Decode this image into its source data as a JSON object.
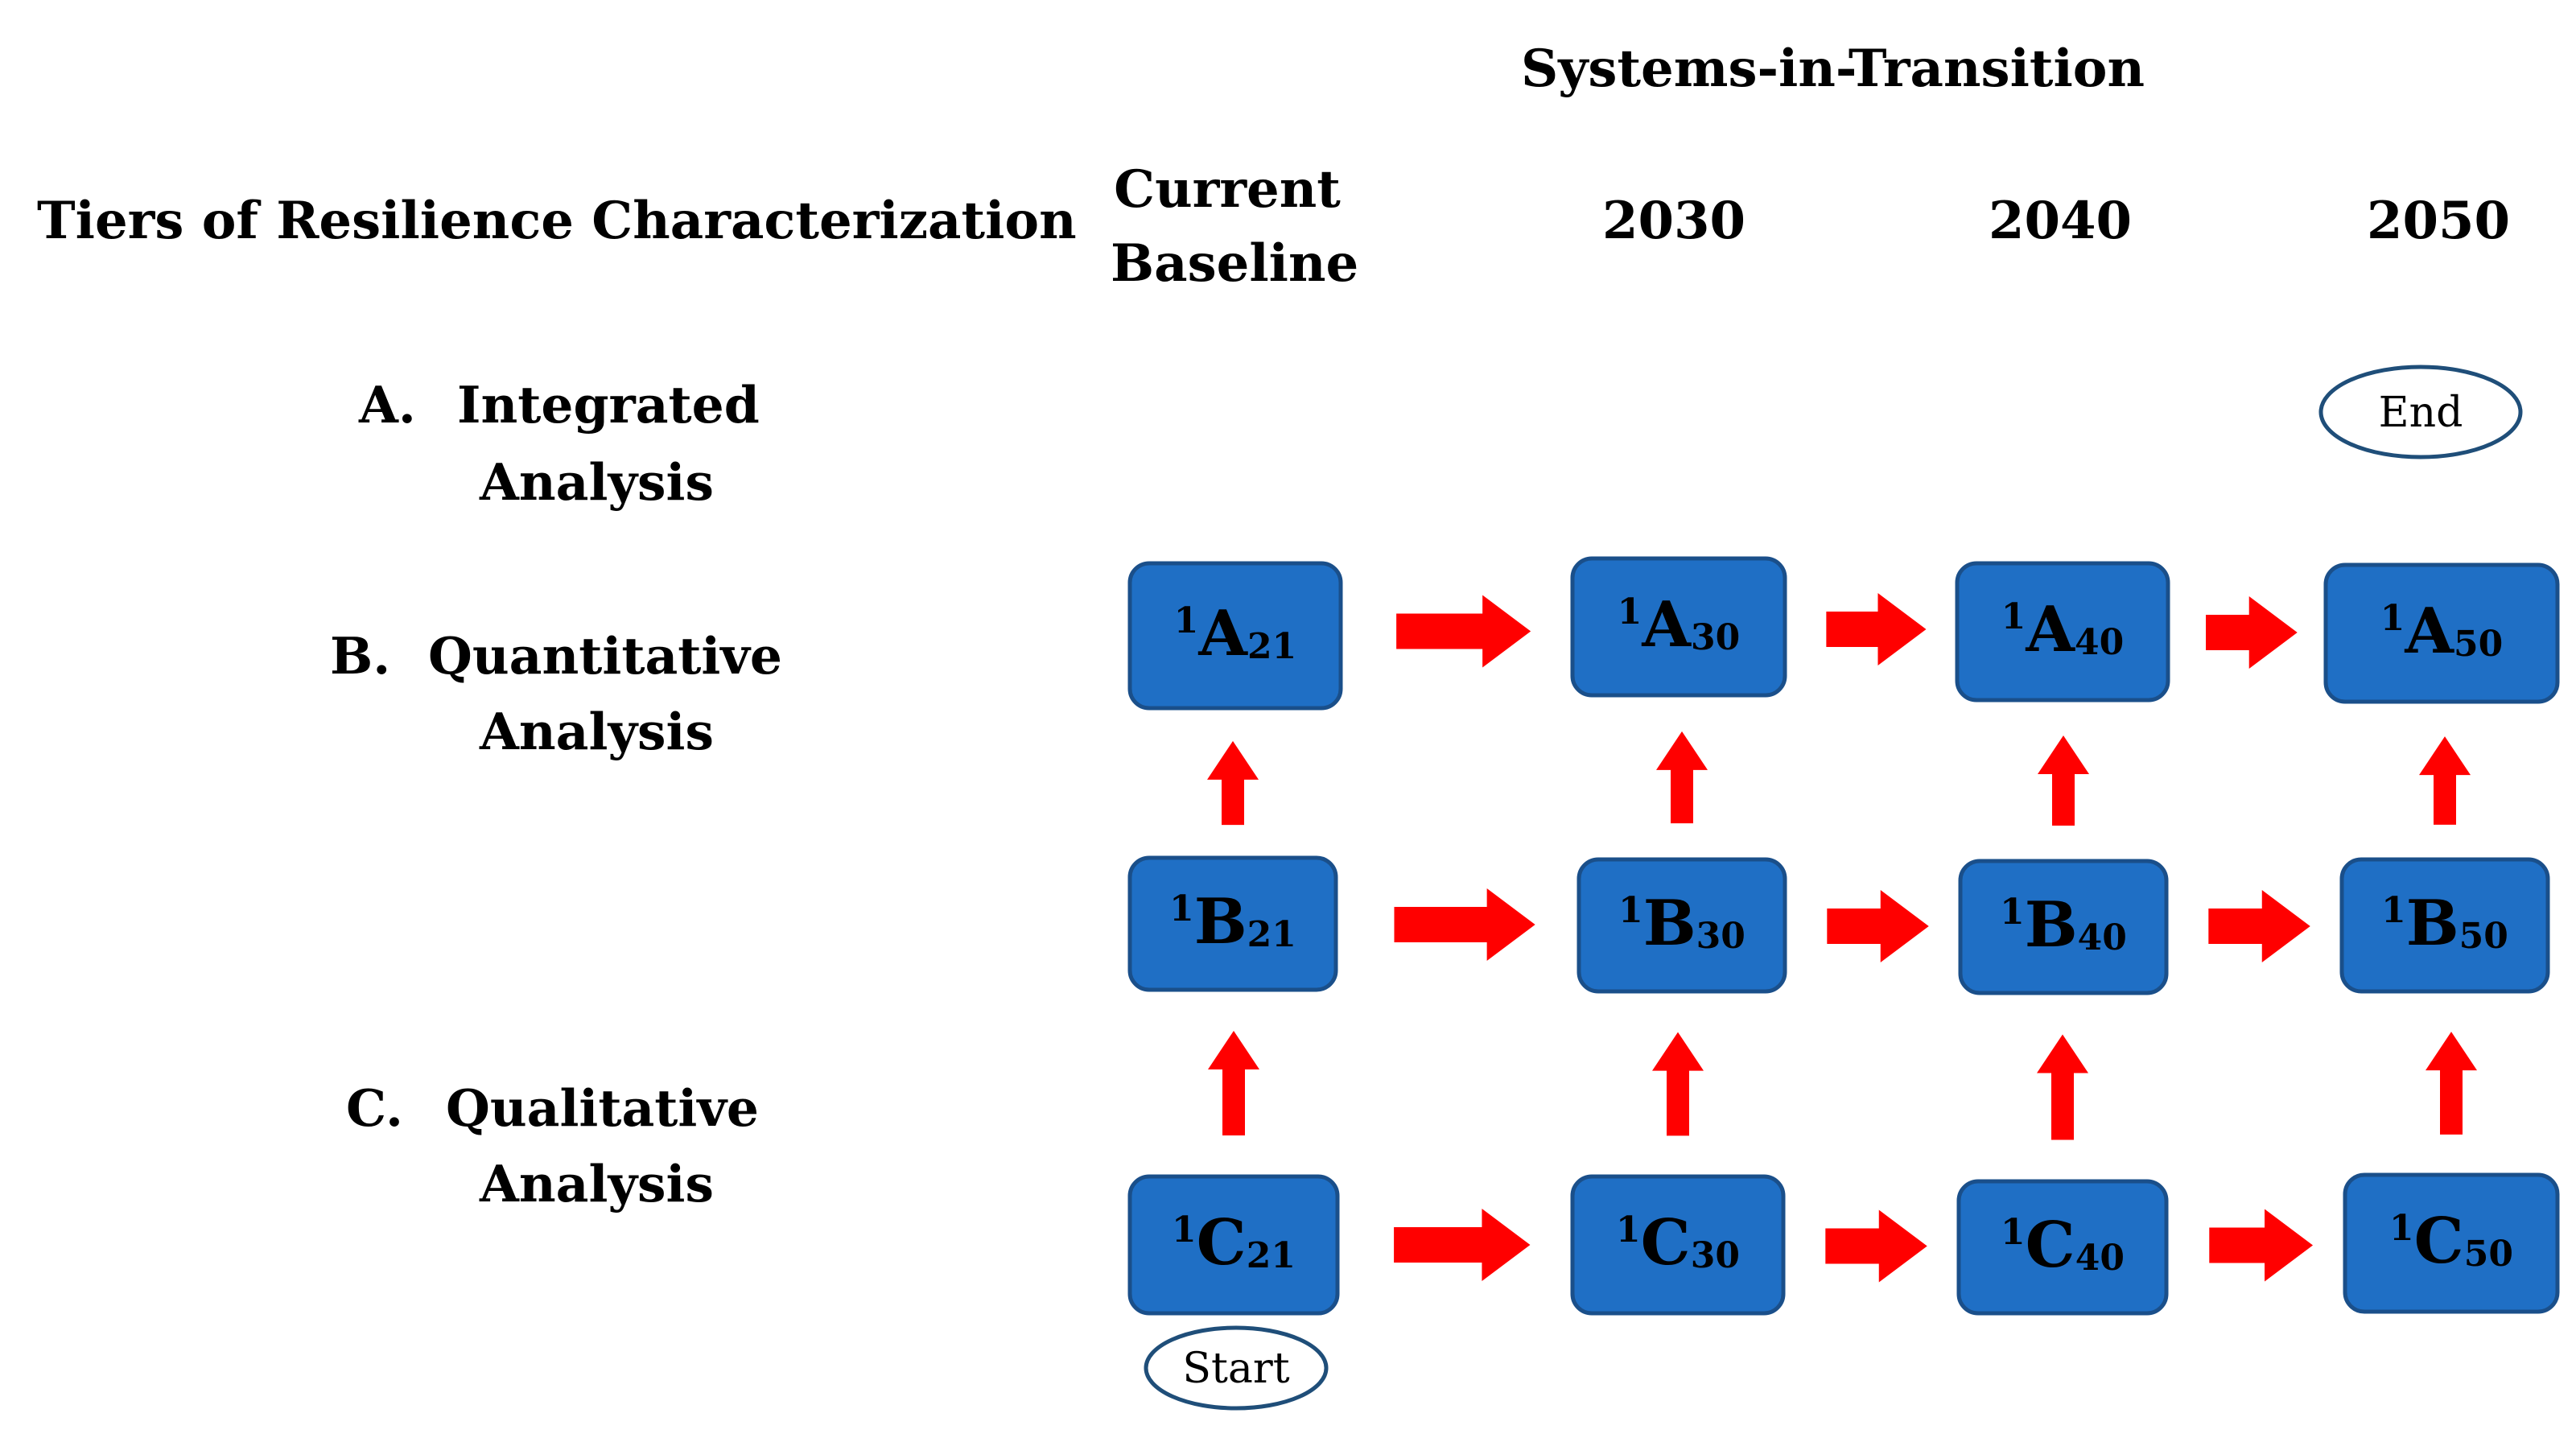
{
  "header": {
    "systems_label": "Systems-in-Transition",
    "tiers_label": "Tiers of Resilience Characterization",
    "columns": [
      {
        "line1": "Current",
        "line2": "Baseline"
      },
      {
        "line1": "2030"
      },
      {
        "line1": "2040"
      },
      {
        "line1": "2050"
      }
    ]
  },
  "tiers": [
    {
      "letter": "A.",
      "line1": "Integrated",
      "line2": "Analysis"
    },
    {
      "letter": "B.",
      "line1": "Quantitative",
      "line2": "Analysis"
    },
    {
      "letter": "C.",
      "line1": "Qualitative",
      "line2": "Analysis"
    }
  ],
  "nodes": [
    {
      "id": "A21",
      "sup": "1",
      "letter": "A",
      "sub": "21"
    },
    {
      "id": "A30",
      "sup": "1",
      "letter": "A",
      "sub": "30"
    },
    {
      "id": "A40",
      "sup": "1",
      "letter": "A",
      "sub": "40"
    },
    {
      "id": "A50",
      "sup": "1",
      "letter": "A",
      "sub": "50"
    },
    {
      "id": "B21",
      "sup": "1",
      "letter": "B",
      "sub": "21"
    },
    {
      "id": "B30",
      "sup": "1",
      "letter": "B",
      "sub": "30"
    },
    {
      "id": "B40",
      "sup": "1",
      "letter": "B",
      "sub": "40"
    },
    {
      "id": "B50",
      "sup": "1",
      "letter": "B",
      "sub": "50"
    },
    {
      "id": "C21",
      "sup": "1",
      "letter": "C",
      "sub": "21"
    },
    {
      "id": "C30",
      "sup": "1",
      "letter": "C",
      "sub": "30"
    },
    {
      "id": "C40",
      "sup": "1",
      "letter": "C",
      "sub": "40"
    },
    {
      "id": "C50",
      "sup": "1",
      "letter": "C",
      "sub": "50"
    }
  ],
  "edges": [
    {
      "from": "A21",
      "to": "A30"
    },
    {
      "from": "A30",
      "to": "A40"
    },
    {
      "from": "A40",
      "to": "A50"
    },
    {
      "from": "B21",
      "to": "B30"
    },
    {
      "from": "B30",
      "to": "B40"
    },
    {
      "from": "B40",
      "to": "B50"
    },
    {
      "from": "C21",
      "to": "C30"
    },
    {
      "from": "C30",
      "to": "C40"
    },
    {
      "from": "C40",
      "to": "C50"
    },
    {
      "from": "B21",
      "to": "A21"
    },
    {
      "from": "B30",
      "to": "A30"
    },
    {
      "from": "B40",
      "to": "A40"
    },
    {
      "from": "B50",
      "to": "A50"
    },
    {
      "from": "C21",
      "to": "B21"
    },
    {
      "from": "C30",
      "to": "B30"
    },
    {
      "from": "C40",
      "to": "B40"
    },
    {
      "from": "C50",
      "to": "B50"
    }
  ],
  "terminals": [
    {
      "id": "start",
      "label": "Start",
      "attached_to": "C21"
    },
    {
      "id": "end",
      "label": "End",
      "attached_to": "A50"
    }
  ],
  "colors": {
    "node_fill": "#1F6FC5",
    "node_border": "#1A4F8A",
    "arrow": "#FF0000",
    "oval_border": "#1F4E79",
    "text": "#000000"
  }
}
